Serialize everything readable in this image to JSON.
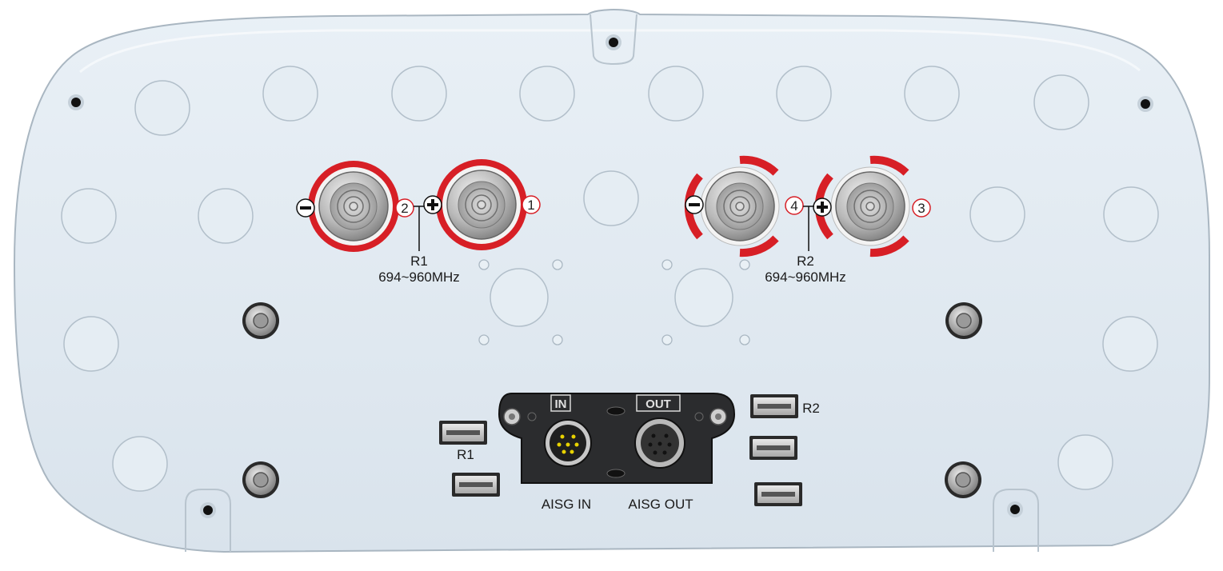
{
  "colors": {
    "plate": "#e2ebf2",
    "plate_edge": "#a9b6c1",
    "accent_red": "#d71f26",
    "label": "#1a1a1a",
    "panel": "#2b2c2e"
  },
  "icons": {
    "screw": "screw-icon",
    "connector": "rf-connector-icon",
    "polarity_plus": "plus-icon",
    "polarity_minus": "minus-icon"
  },
  "labels": {
    "r1_band_name": "R1",
    "r1_band_freq": "694~960MHz",
    "r2_band_name": "R2",
    "r2_band_freq": "694~960MHz",
    "r1_port_label": "R1",
    "r2_port_label": "R2",
    "aisg_in": "AISG IN",
    "aisg_out": "AISG OUT",
    "panel_in": "IN",
    "panel_out": "OUT"
  },
  "ports": [
    {
      "number": "2",
      "polarity": "−"
    },
    {
      "number": "+",
      "polarity": "+"
    },
    {
      "number": "1"
    },
    {
      "number": "4",
      "polarity": "−"
    },
    {
      "number": "+",
      "polarity": "+"
    },
    {
      "number": "3"
    }
  ]
}
